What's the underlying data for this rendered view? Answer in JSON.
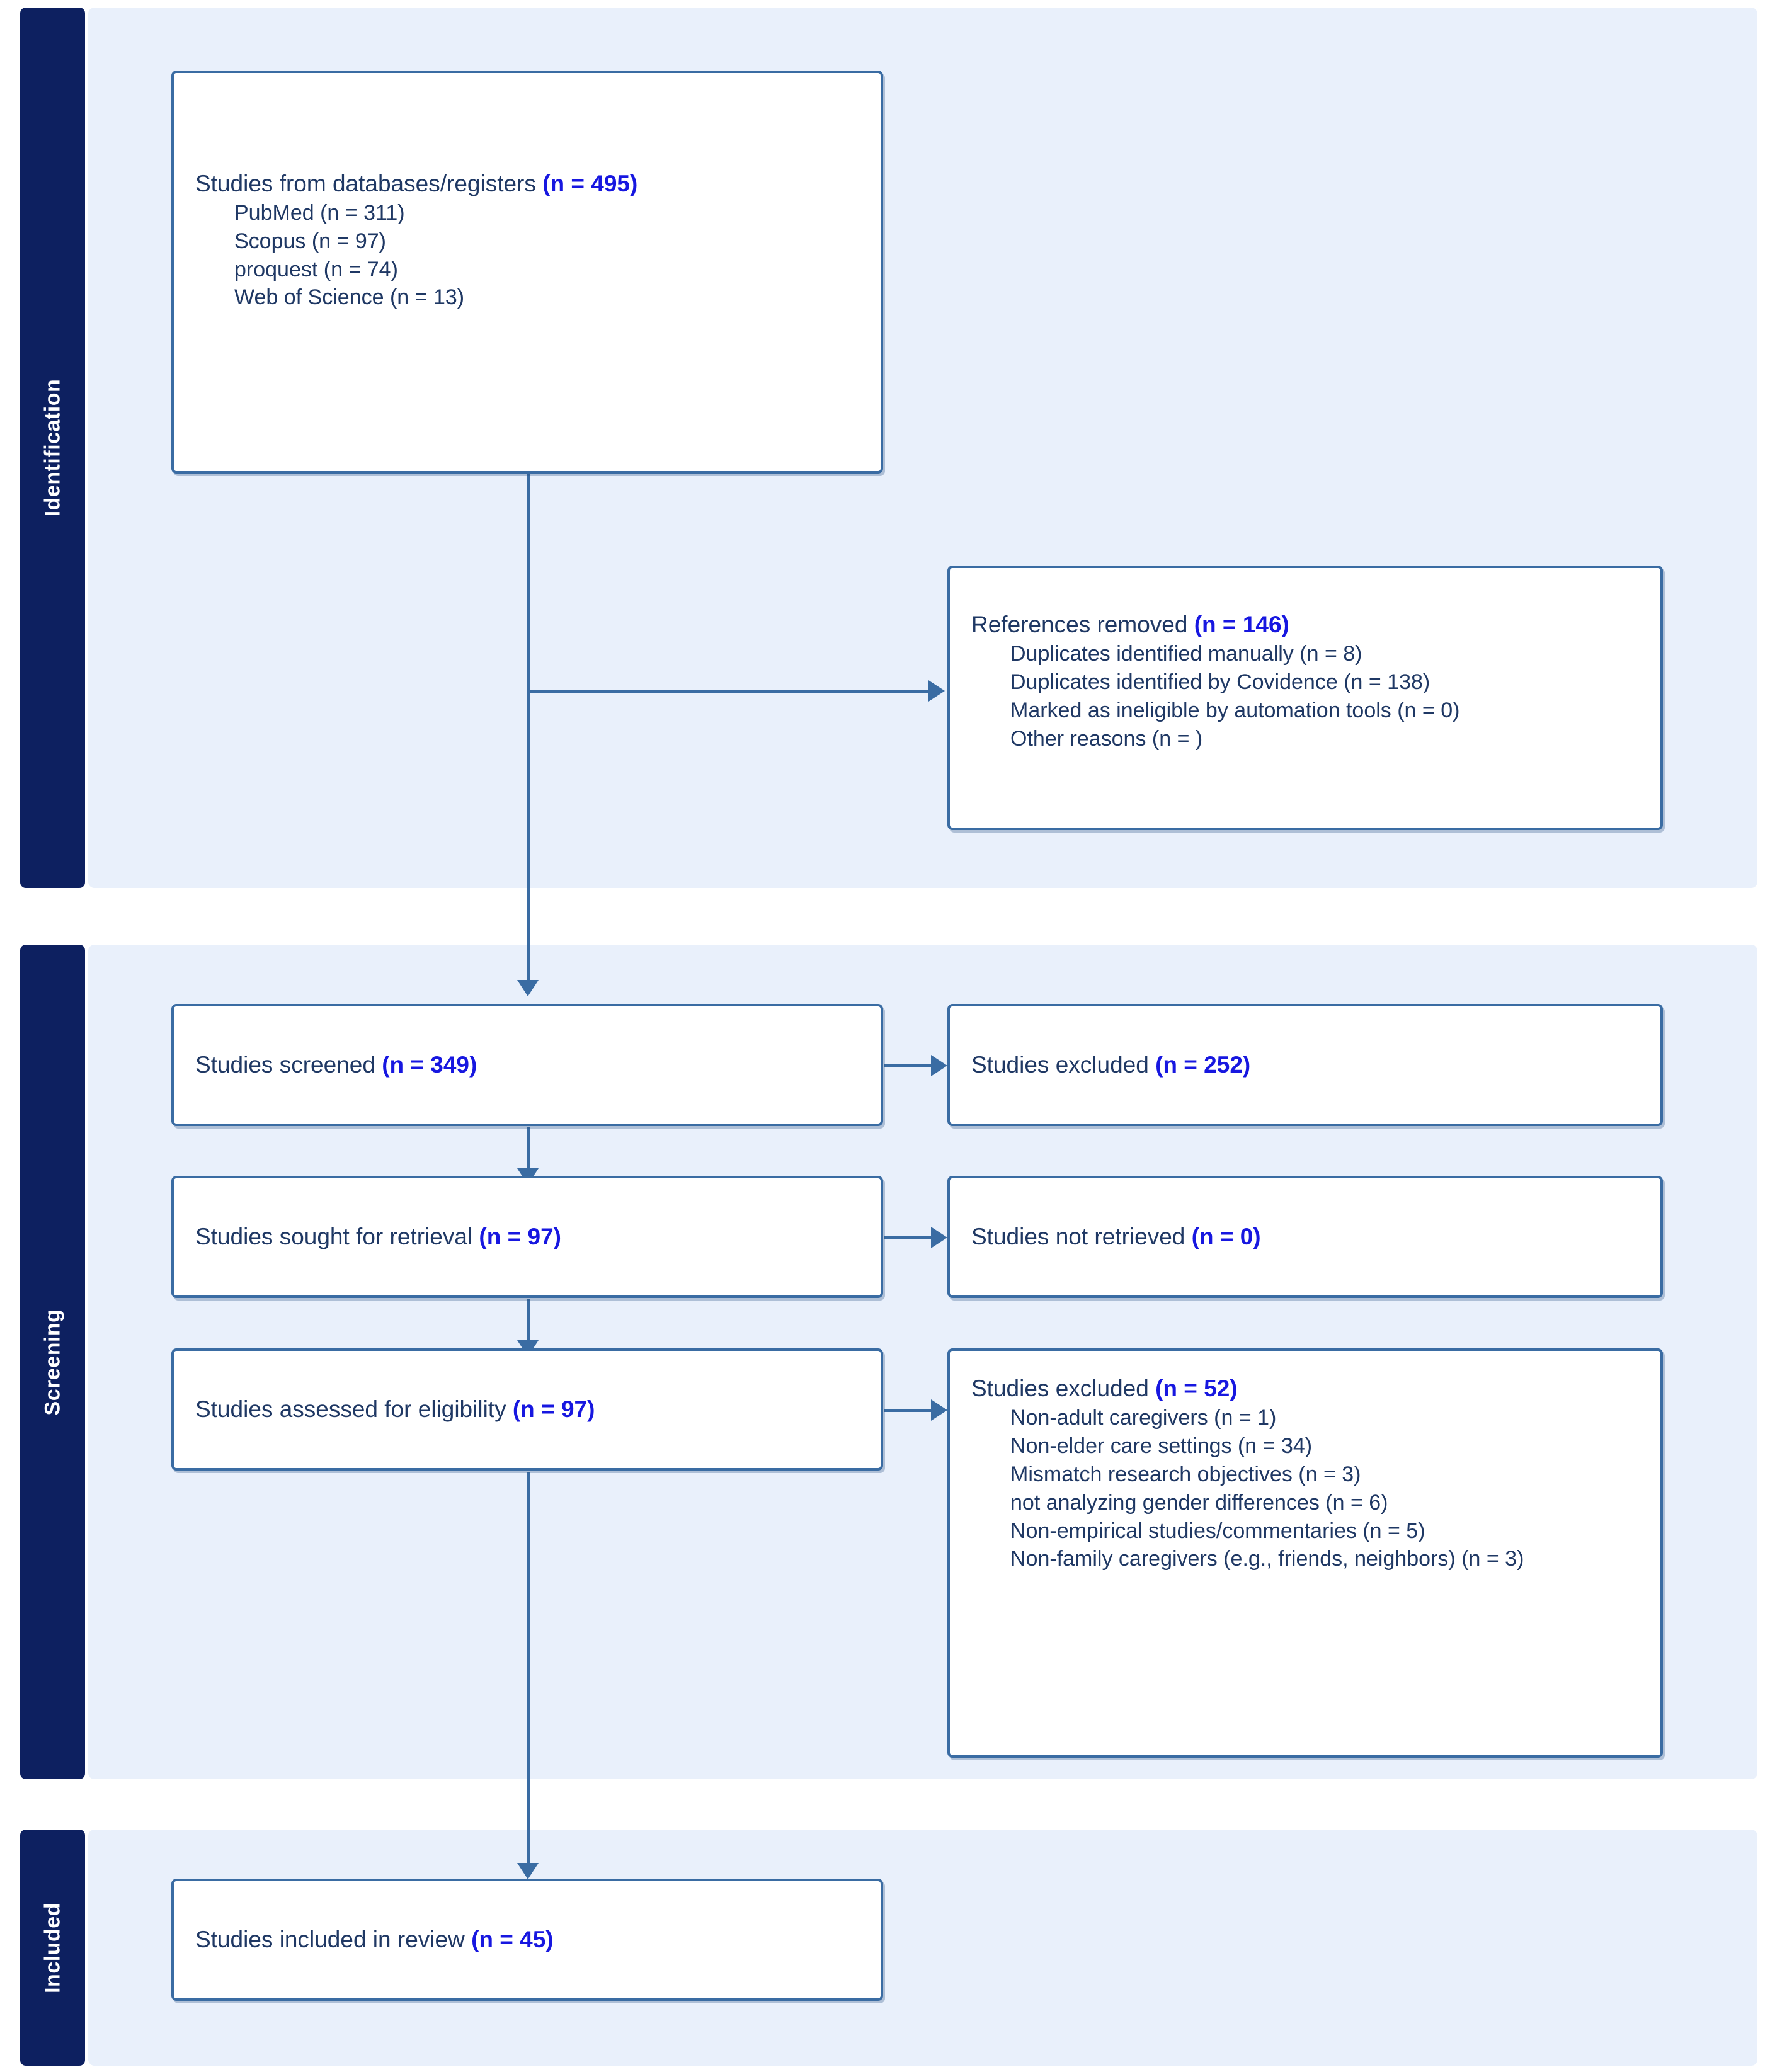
{
  "diagram": {
    "type": "prisma-flow-diagram",
    "accent_box_border": "#3a6ca3",
    "accent_stage_bar": "#0d2060",
    "accent_panel_bg": "#e9f0fb",
    "accent_count_color": "#1717e0",
    "accent_text_color": "#1f3864"
  },
  "stages": {
    "identification": {
      "label": "Identification"
    },
    "screening": {
      "label": "Screening"
    },
    "included": {
      "label": "Included"
    }
  },
  "boxes": {
    "records_identified": {
      "title": "Studies from databases/registers",
      "count": "(n = 495)",
      "sources": [
        {
          "label": "PubMed",
          "count": "(n = 311)"
        },
        {
          "label": "Scopus",
          "count": "(n = 97)"
        },
        {
          "label": "proquest",
          "count": "(n = 74)"
        },
        {
          "label": "Web of Science",
          "count": "(n = 13)"
        }
      ]
    },
    "references_removed": {
      "title": "References removed",
      "count": "(n = 146)",
      "reasons": [
        {
          "label": "Duplicates identified manually",
          "count": "(n = 8)"
        },
        {
          "label": "Duplicates identified by Covidence",
          "count": "(n = 138)"
        },
        {
          "label": "Marked as ineligible by automation tools",
          "count": "(n = 0)"
        },
        {
          "label": "Other reasons",
          "count": "(n = )"
        }
      ]
    },
    "studies_screened": {
      "title": "Studies screened",
      "count": "(n = 349)"
    },
    "studies_excluded_screening": {
      "title": "Studies excluded",
      "count": "(n = 252)"
    },
    "studies_sought": {
      "title": "Studies sought for retrieval",
      "count": "(n = 97)"
    },
    "studies_not_retrieved": {
      "title": "Studies not retrieved",
      "count": "(n = 0)"
    },
    "studies_assessed": {
      "title": "Studies assessed for eligibility",
      "count": "(n = 97)"
    },
    "studies_excluded_eligibility": {
      "title": "Studies excluded",
      "count": "(n = 52)",
      "reasons": [
        {
          "label": "Non-adult caregivers",
          "count": "(n = 1)"
        },
        {
          "label": "Non-elder care settings",
          "count": "(n = 34)"
        },
        {
          "label": "Mismatch research objectives",
          "count": "(n = 3)"
        },
        {
          "label": "not analyzing gender differences",
          "count": "(n = 6)"
        },
        {
          "label": "Non-empirical studies/commentaries",
          "count": "(n = 5)"
        },
        {
          "label": "Non-family caregivers (e.g., friends, neighbors)",
          "count": "(n = 3)"
        }
      ]
    },
    "studies_included": {
      "title": "Studies included in review",
      "count": "(n = 45)"
    }
  }
}
